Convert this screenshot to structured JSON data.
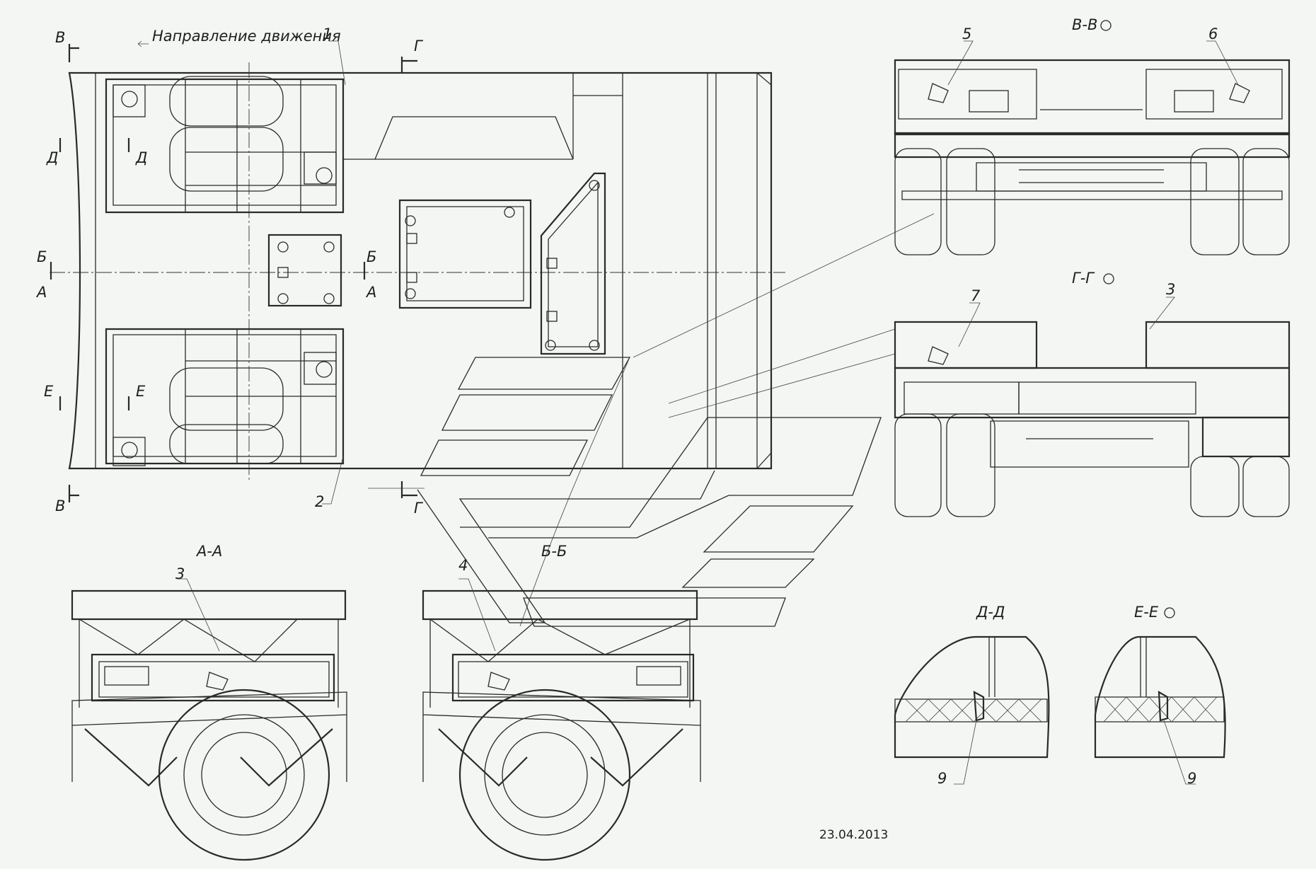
{
  "labels": {
    "direction": "Направление движения",
    "date": "23.04.2013",
    "section_letters": {
      "v": "В",
      "g": "Г",
      "d": "Д",
      "b": "Б",
      "a": "А",
      "e": "Е"
    },
    "views": {
      "aa": "А-А",
      "bb": "Б-Б",
      "vv": "В-В",
      "gg": "Г-Г",
      "dd": "Д-Д",
      "ee": "Е-Е"
    },
    "callouts": {
      "c1": "1",
      "c2": "2",
      "c3a": "3",
      "c3b": "3",
      "c4": "4",
      "c5": "5",
      "c6": "6",
      "c7": "7",
      "c9a": "9",
      "c9b": "9"
    }
  },
  "colors": {
    "background": "#f3f6f2",
    "line": "#2a2a2a"
  }
}
